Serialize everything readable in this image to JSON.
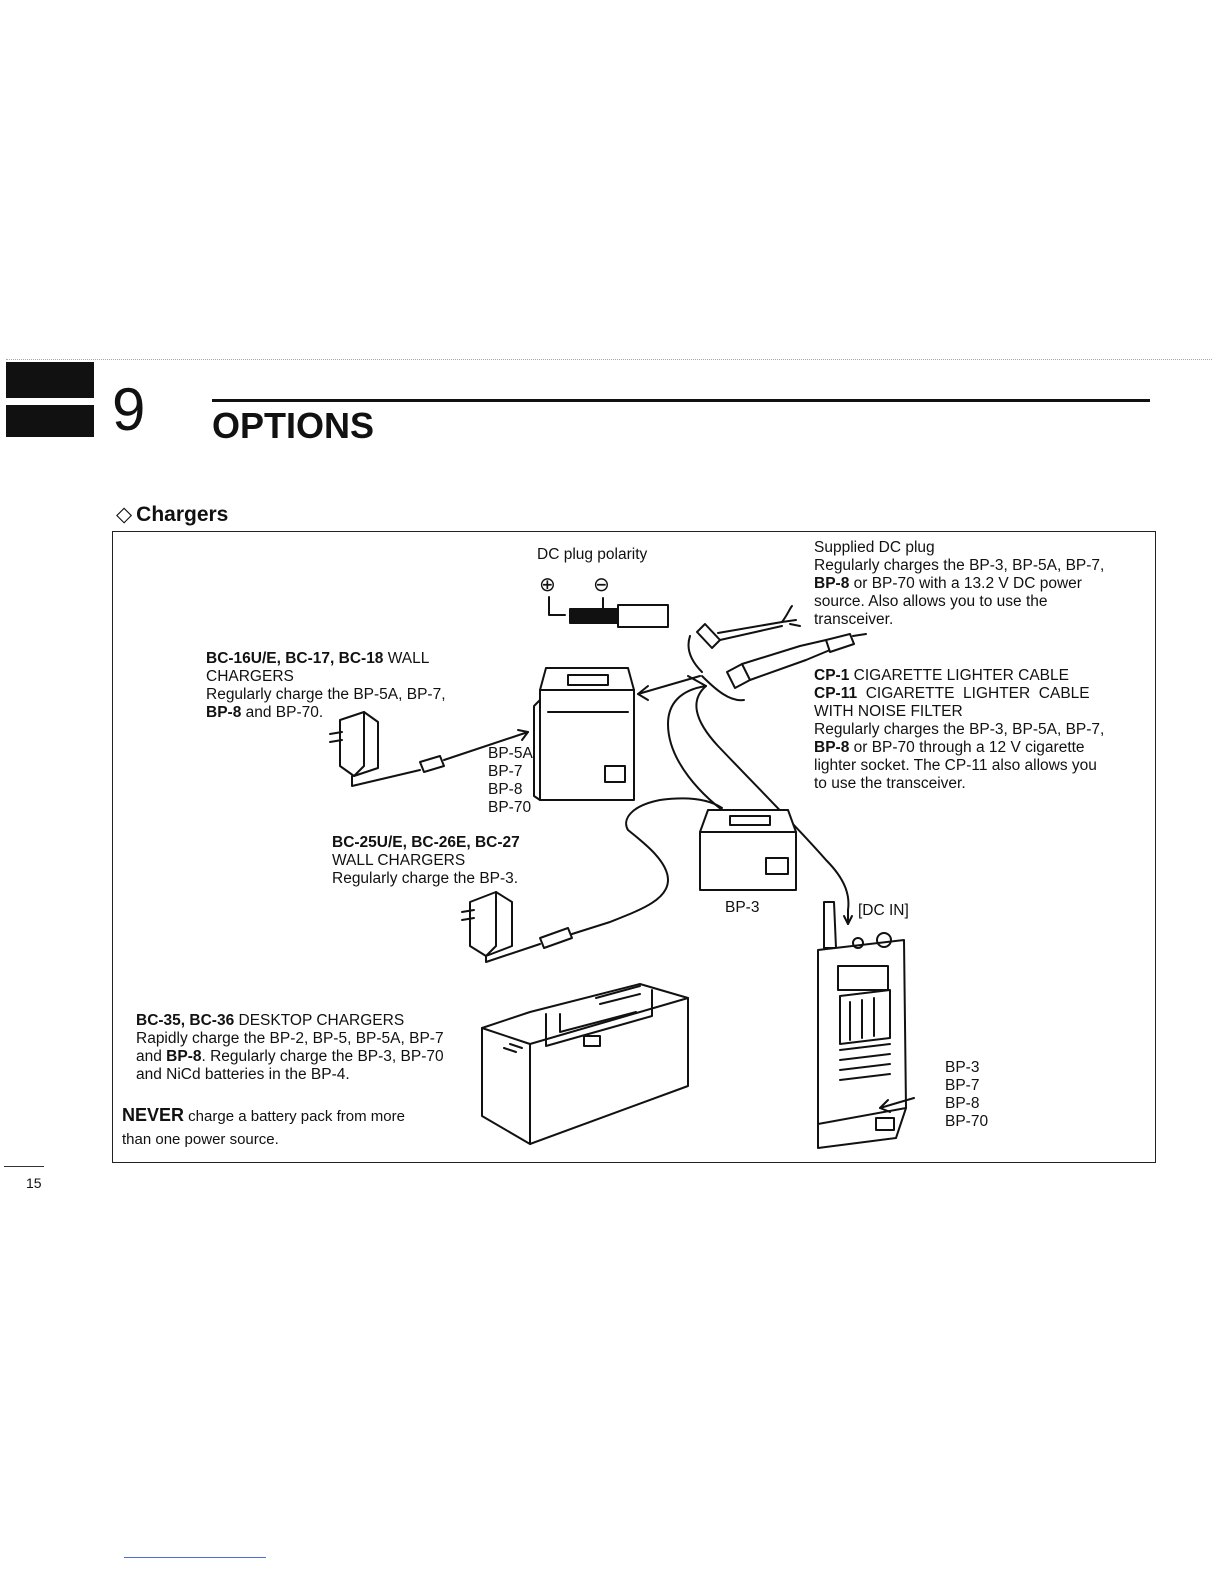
{
  "chapter": {
    "number": "9",
    "title": "OPTIONS"
  },
  "section": {
    "marker": "◇",
    "title": "Chargers"
  },
  "dc_plug": {
    "polarity_label": "DC plug polarity",
    "plus": "⊕",
    "minus": "⊖"
  },
  "supplied_plug": {
    "title": "Supplied DC plug",
    "desc_1": "Regularly charges the BP-3, BP-5A, BP-7,",
    "desc_2_bold": "BP-8",
    "desc_2_rest": " or BP-70 with a 13.2 V DC power",
    "desc_3": "source.  Also allows you to use the",
    "desc_4": "transceiver."
  },
  "cigarette": {
    "cp1_name": "CP-1",
    "cp1_desc": " CIGARETTE LIGHTER CABLE",
    "cp11_name": "CP-11",
    "cp11_desc": "  CIGARETTE  LIGHTER  CABLE",
    "line_3": "WITH NOISE FILTER",
    "line_4": "Regularly charges the BP-3, BP-5A, BP-7,",
    "line_5_bold": "BP-8",
    "line_5_rest": " or BP-70 through a 12 V cigarette",
    "line_6": "lighter socket.  The CP-11 also allows you",
    "line_7": "to use the transceiver."
  },
  "wall_chargers_1": {
    "names_bold_1": "BC-16U/E, BC-17, BC-18",
    "names_rest": " WALL",
    "line_2": "CHARGERS",
    "line_3": "Regularly charge the BP-5A, BP-7,",
    "line_4_bold": "BP-8",
    "line_4_rest": " and BP-70."
  },
  "battery_labels_1": [
    "BP-5A",
    "BP-7",
    "BP-8",
    "BP-70"
  ],
  "wall_chargers_2": {
    "names_bold": "BC-25U/E, BC-26E, BC-27",
    "line_2": "WALL CHARGERS",
    "line_3": "Regularly charge the BP-3."
  },
  "bp3_label": "BP-3",
  "dc_in_label": "[DC IN]",
  "desktop": {
    "names_bold": "BC-35, BC-36",
    "names_rest": " DESKTOP CHARGERS",
    "line_2": "Rapidly charge the BP-2, BP-5, BP-5A, BP-7",
    "line_3_a": "and ",
    "line_3_bold": "BP-8",
    "line_3_b": ".  Regularly charge the BP-3, BP-70",
    "line_4": "and NiCd batteries in the BP-4."
  },
  "warning": {
    "bold": "NEVER",
    "rest": " charge a battery pack from more",
    "line_2": "than one power source."
  },
  "battery_labels_2": [
    "BP-3",
    "BP-7",
    "BP-8",
    "BP-70"
  ],
  "page_number": "15"
}
